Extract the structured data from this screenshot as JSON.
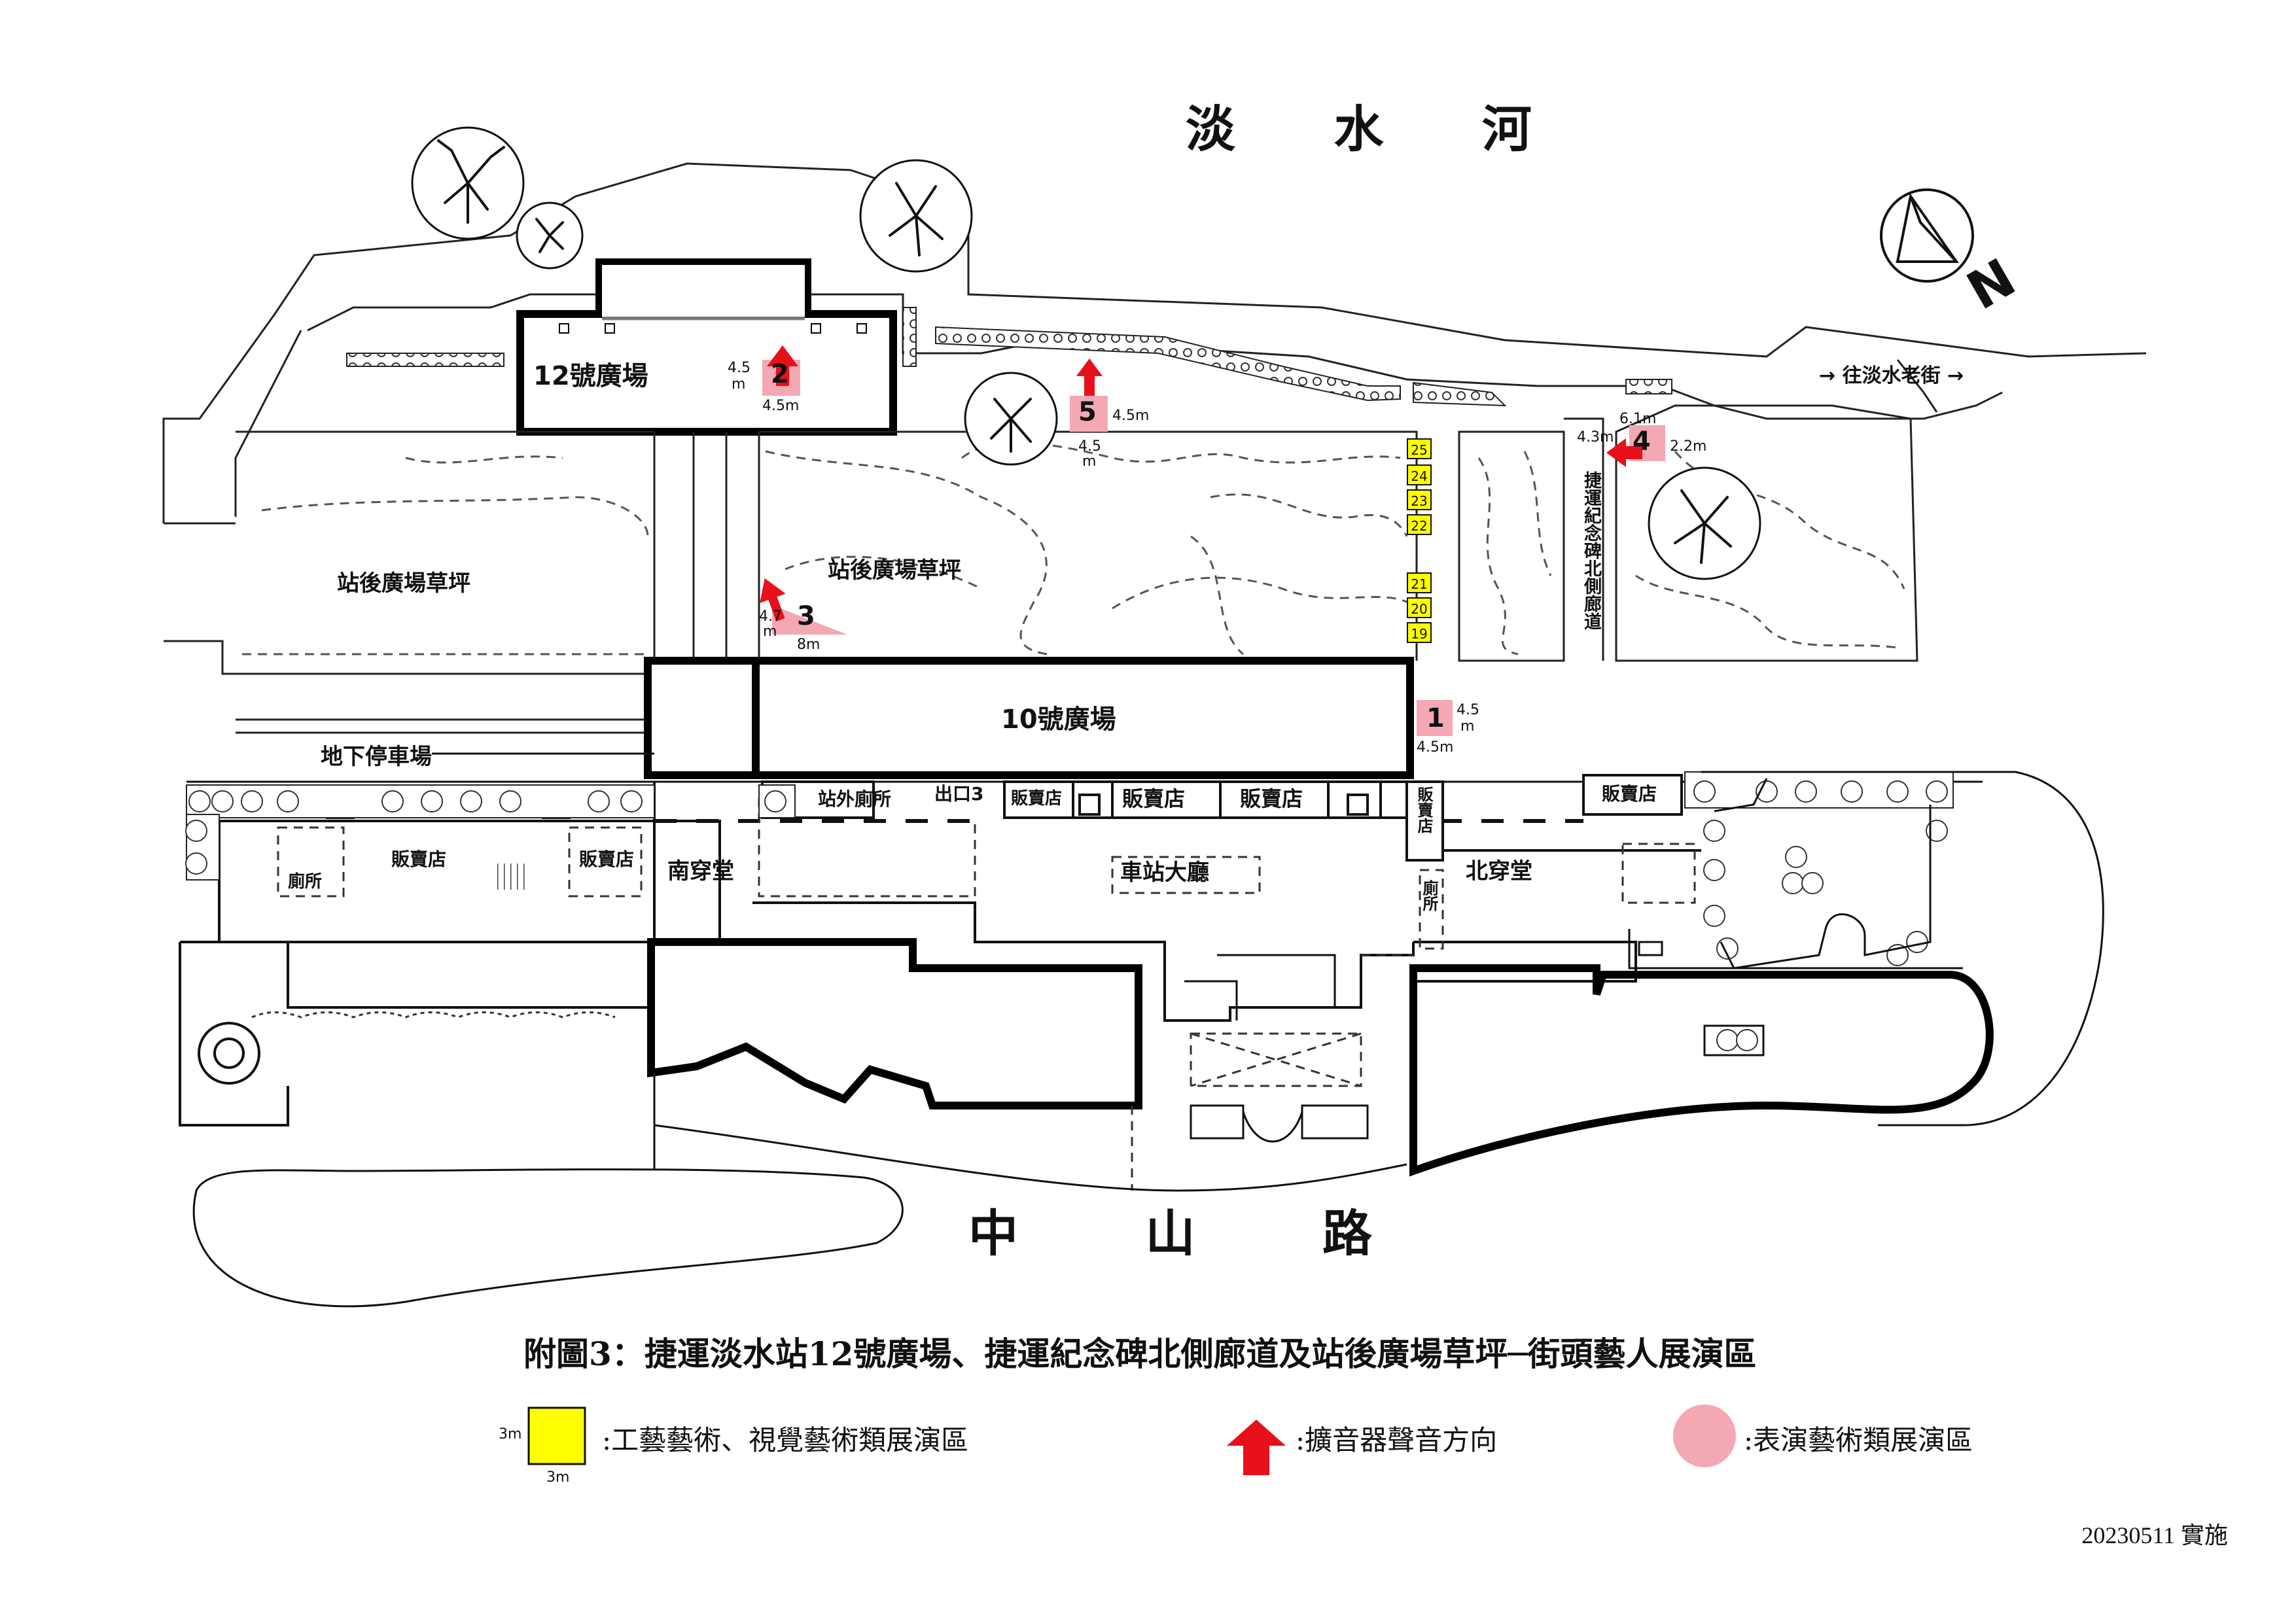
{
  "map": {
    "river_label": "淡 水 河",
    "road_label": "中 山 路",
    "plaza12_label": "12號廣場",
    "plaza10_label": "10號廣場",
    "lawn_left_label": "站後廣場草坪",
    "lawn_center_label": "站後廣場草坪",
    "parking_label": "地下停車場",
    "old_street_label": "→ 往淡水老街 →",
    "corridor_label": "捷運紀念碑北側廊道",
    "toilet_outside_label": "站外廁所",
    "exit_label": "出口3",
    "shop_labels": [
      "販賣店",
      "販賣店",
      "販賣店",
      "販賣店",
      "販賣店",
      "販賣店"
    ],
    "toilet_label": "廁所",
    "toilet_right_label": "廁所",
    "south_hall_label": "南穿堂",
    "north_hall_label": "北穿堂",
    "station_hall_label": "車站大廳",
    "vertical_shop_label": "販賣店",
    "compass_n": "N"
  },
  "zones": [
    {
      "num": "1",
      "dims": [
        "4.5",
        "m",
        "4.5m"
      ]
    },
    {
      "num": "2",
      "dims": [
        "4.5",
        "m",
        "4.5m"
      ]
    },
    {
      "num": "3",
      "dims": [
        "4.7",
        "m",
        "8m"
      ]
    },
    {
      "num": "4",
      "dims": [
        "4.3m",
        "6.1m",
        "2.2m"
      ]
    },
    {
      "num": "5",
      "dims": [
        "4.5m",
        "4.5",
        "m"
      ]
    }
  ],
  "craft_spots": [
    "25",
    "24",
    "23",
    "22",
    "21",
    "20",
    "19"
  ],
  "caption": "附圖3：捷運淡水站12號廣場、捷運紀念碑北側廊道及站後廣場草坪─街頭藝人展演區",
  "legend": {
    "craft": ":工藝藝術、視覺藝術類展演區",
    "craft_dim_h": "3m",
    "craft_dim_w": "3m",
    "speaker": ":擴音器聲音方向",
    "performing": ":表演藝術類展演區"
  },
  "footer": "20230511 實施",
  "colors": {
    "craft_zone": "#ffff00",
    "performing_zone": "#f4a8b4",
    "speaker_arrow": "#e8101a"
  },
  "icons": [
    "tree-icon",
    "compass-icon",
    "speaker-arrow-icon",
    "hedge-icon"
  ]
}
